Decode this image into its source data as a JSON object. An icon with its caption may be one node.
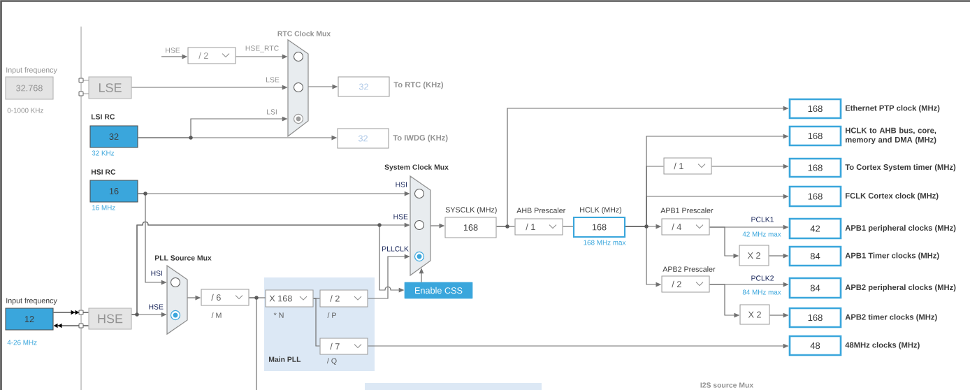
{
  "diagram": {
    "nodes": [
      {
        "text": [
          "Input frequency",
          "32.768"
        ],
        "beside": [
          "0-1000 KHz"
        ]
      },
      {
        "text": [
          "LSE"
        ]
      },
      {
        "text": [
          "LSI RC",
          "32"
        ],
        "beside": [
          "32 KHz"
        ]
      },
      {
        "text": [
          "HSI RC",
          "16"
        ],
        "beside": [
          "16 MHz"
        ]
      },
      {
        "text": [
          "Input frequency",
          "12"
        ],
        "beside": [
          "4-26 MHz"
        ]
      },
      {
        "text": [
          "HSE"
        ]
      },
      {
        "text": [
          "/ 2"
        ]
      },
      {
        "text": [
          "RTC Clock Mux"
        ]
      },
      {
        "text": [
          "32"
        ],
        "beside": [
          "To RTC (KHz)"
        ]
      },
      {
        "text": [
          "32"
        ],
        "beside": [
          "To IWDG (KHz)"
        ]
      },
      {
        "text": [
          "System Clock Mux"
        ]
      },
      {
        "text": [
          "PLL Source Mux"
        ]
      },
      {
        "text": [
          "/ 6"
        ],
        "beside": [
          "/ M"
        ]
      },
      {
        "text": [
          "Main PLL"
        ]
      },
      {
        "text": [
          "X 168"
        ],
        "beside": [
          "* N"
        ],
        "in": 13
      },
      {
        "text": [
          "/ 2"
        ],
        "beside": [
          "/ P"
        ],
        "in": 13
      },
      {
        "text": [
          "/ 7"
        ],
        "beside": [
          "/ Q"
        ],
        "in": 13
      },
      {
        "text": [
          "Enable CSS"
        ]
      },
      {
        "text": [
          "SYSCLK (MHz)",
          "168"
        ]
      },
      {
        "text": [
          "AHB Prescaler",
          "/ 1"
        ]
      },
      {
        "text": [
          "HCLK (MHz)",
          "168"
        ],
        "beside": [
          "168 MHz max"
        ]
      },
      {
        "text": [
          "/ 1"
        ]
      },
      {
        "text": [
          "APB1 Prescaler",
          "/ 4"
        ]
      },
      {
        "text": [
          "X 2"
        ]
      },
      {
        "text": [
          "APB2 Prescaler",
          "/ 2"
        ]
      },
      {
        "text": [
          "X 2"
        ]
      },
      {
        "text": [
          "168"
        ],
        "beside": [
          "Ethernet PTP clock (MHz)"
        ]
      },
      {
        "text": [
          "168"
        ],
        "beside": [
          "HCLK to AHB bus, core, memory and DMA (MHz)"
        ]
      },
      {
        "text": [
          "168"
        ],
        "beside": [
          "To Cortex System timer (MHz)"
        ]
      },
      {
        "text": [
          "168"
        ],
        "beside": [
          "FCLK Cortex clock (MHz)"
        ]
      },
      {
        "text": [
          "42"
        ],
        "beside": [
          "APB1 peripheral clocks (MHz)"
        ]
      },
      {
        "text": [
          "84"
        ],
        "beside": [
          "APB1 Timer clocks (MHz)"
        ]
      },
      {
        "text": [
          "84"
        ],
        "beside": [
          "APB2 peripheral clocks (MHz)"
        ]
      },
      {
        "text": [
          "168"
        ],
        "beside": [
          "APB2 timer clocks (MHz)"
        ]
      },
      {
        "text": [
          "48"
        ],
        "beside": [
          "48MHz clocks (MHz)"
        ]
      },
      {
        "text": [],
        "shape": "box"
      }
    ],
    "edges": [
      {
        "from": null,
        "to": 6,
        "arrow": "to",
        "label": "HSE"
      },
      {
        "from": 6,
        "to": 7,
        "arrow": "to",
        "label": "HSE_RTC"
      },
      {
        "from": 1,
        "to": 7,
        "arrow": "to",
        "label": "LSE"
      },
      {
        "from": 2,
        "to": 7,
        "arrow": "to",
        "label": "LSI"
      },
      {
        "from": 2,
        "to": 9,
        "arrow": "to"
      },
      {
        "from": 7,
        "to": 8,
        "arrow": "to"
      },
      {
        "from": 4,
        "to": 5,
        "arrow": "to",
        "color": "#000000"
      },
      {
        "from": 5,
        "to": 4,
        "arrow": "to",
        "color": "#000000"
      },
      {
        "from": 3,
        "to": 10,
        "arrow": "to",
        "label": "HSI"
      },
      {
        "from": 3,
        "to": 11,
        "arrow": "to",
        "label": "HSI"
      },
      {
        "from": 5,
        "to": 11,
        "arrow": "to",
        "label": "HSE"
      },
      {
        "from": 5,
        "to": 10,
        "arrow": "to",
        "label": "HSE"
      },
      {
        "from": 5,
        "to": 17,
        "arrow": "to"
      },
      {
        "from": 11,
        "to": 12,
        "arrow": "to"
      },
      {
        "from": 12,
        "to": 14,
        "arrow": "none"
      },
      {
        "from": 12,
        "to": null,
        "arrow": "none"
      },
      {
        "from": 14,
        "to": 15,
        "arrow": "none"
      },
      {
        "from": 14,
        "to": 16,
        "arrow": "none"
      },
      {
        "from": 15,
        "to": 10,
        "arrow": "to",
        "label": "PLLCLK"
      },
      {
        "from": 17,
        "to": 10,
        "arrow": "to"
      },
      {
        "from": 10,
        "to": 18,
        "arrow": "to"
      },
      {
        "from": 18,
        "to": 19,
        "arrow": "none"
      },
      {
        "from": 18,
        "to": 26,
        "arrow": "to"
      },
      {
        "from": 19,
        "to": 20,
        "arrow": "none"
      },
      {
        "from": 20,
        "to": 27,
        "arrow": "to"
      },
      {
        "from": 20,
        "to": 21,
        "arrow": "none"
      },
      {
        "from": 21,
        "to": 28,
        "arrow": "to"
      },
      {
        "from": 20,
        "to": 29,
        "arrow": "to"
      },
      {
        "from": 20,
        "to": 22,
        "arrow": "to"
      },
      {
        "from": 20,
        "to": 24,
        "arrow": "to"
      },
      {
        "from": 22,
        "to": 30,
        "arrow": "to",
        "label": "PCLK1"
      },
      {
        "from": 22,
        "to": 23,
        "arrow": "to"
      },
      {
        "from": 23,
        "to": 31,
        "arrow": "to"
      },
      {
        "from": 24,
        "to": 32,
        "arrow": "to",
        "label": "PCLK2"
      },
      {
        "from": 24,
        "to": 25,
        "arrow": "to"
      },
      {
        "from": 25,
        "to": 33,
        "arrow": "to"
      },
      {
        "from": 16,
        "to": 34,
        "arrow": "to"
      }
    ],
    "labels": [
      "42 MHz max",
      "84 MHz max",
      "I2S source Mux"
    ]
  }
}
